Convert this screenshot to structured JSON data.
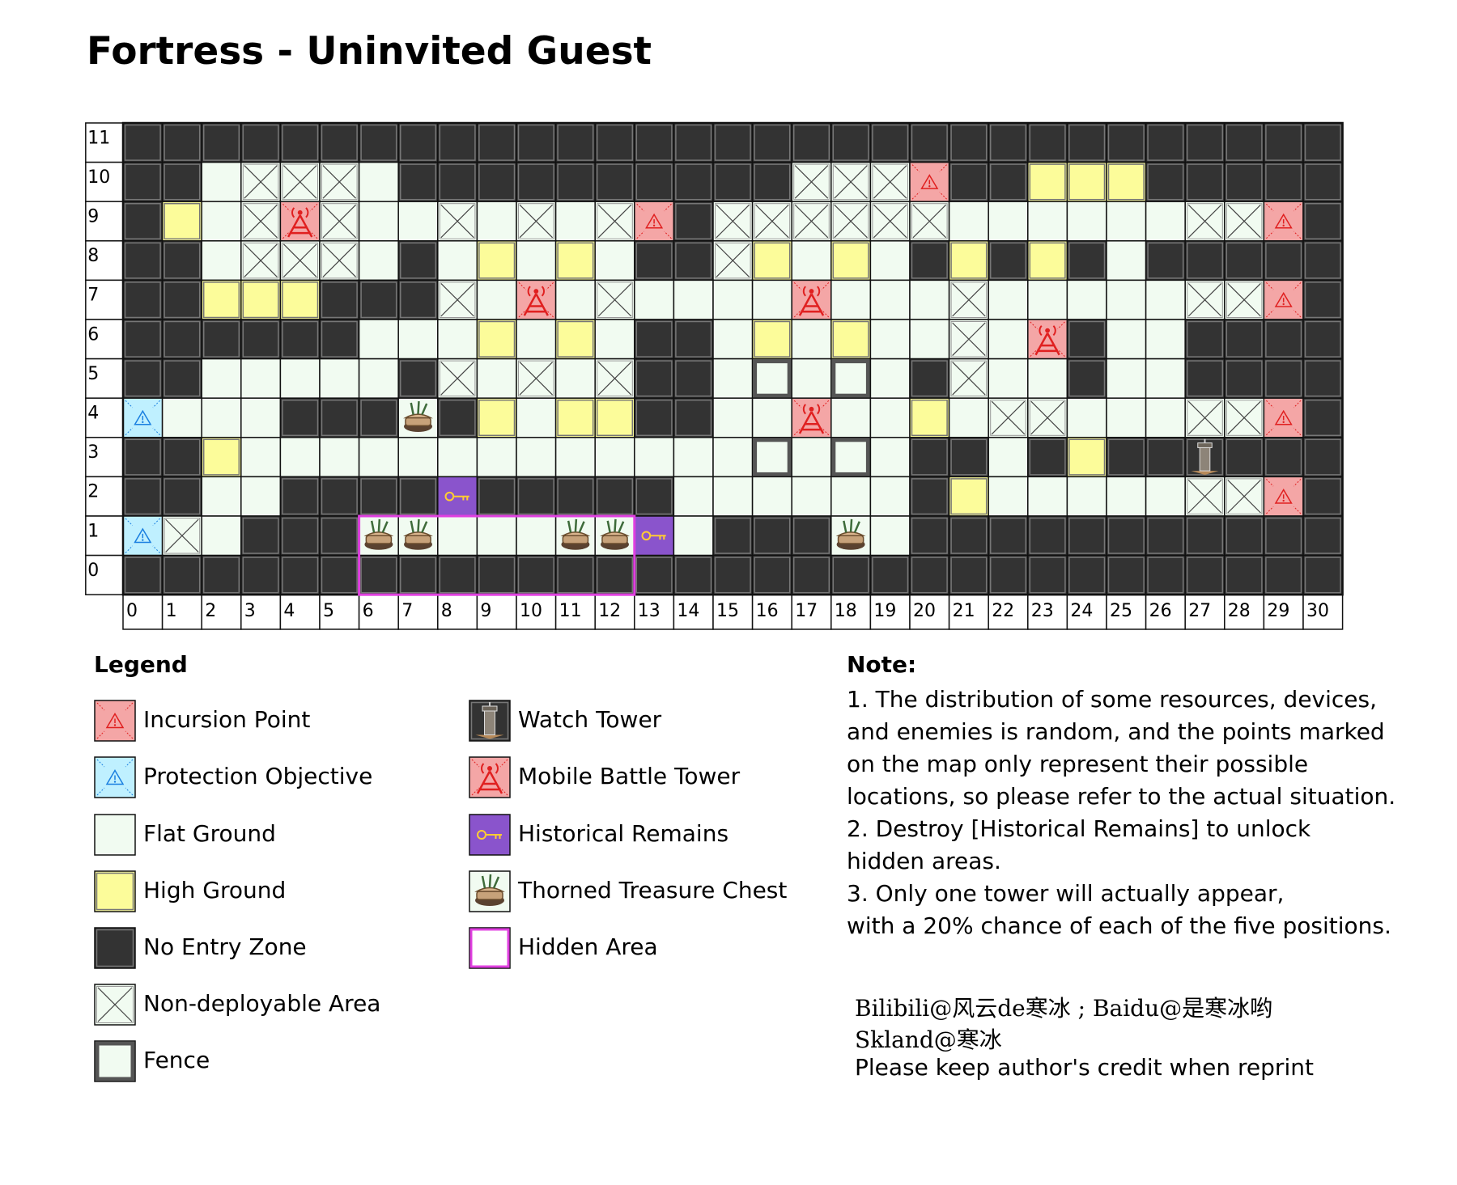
{
  "title": "Fortress - Uninvited Guest",
  "grid": {
    "columns": [
      "0",
      "1",
      "2",
      "3",
      "4",
      "5",
      "6",
      "7",
      "8",
      "9",
      "10",
      "11",
      "12",
      "13",
      "14",
      "15",
      "16",
      "17",
      "18",
      "19",
      "20",
      "21",
      "22",
      "23",
      "24",
      "25",
      "26",
      "27",
      "28",
      "29",
      "30"
    ],
    "rows": [
      "11",
      "10",
      "9",
      "8",
      "7",
      "6",
      "5",
      "4",
      "3",
      "2",
      "1",
      "0"
    ],
    "tiles": [
      "NNNNNNNNNNNNNNNNNNNNNNNNNNNNNNN",
      "NNFXXXFNNNNNNNNNNXXXINNHHHNNNNN",
      "NHFXMXFFXFXFXINXXXXXXFFFFFFXXIN",
      "NNFXXXFNFHFHFNNXHFHFNHNHNFNNNNN",
      "NNHHHNNNXFMFXFFFFMFFFXFFFFFXXIN",
      "NNNNNNFFFHFHFNNFHFHFFXFMNFFNNNN",
      "NNFFFFFNXFXFXNNFEFEFNXFFNFFNNNN",
      "PFFFNNNTNHFHHNNFFMFFHFXXFFFXXIN",
      "NNHFFFFFFFFFFFFFEFEFNNFNHNNWNNN",
      "NNFFNNNNRNNNNNFFFFFFNHFFFFFXXIN",
      "PXFNNNTTFFFTTRFNNNTFNNNNNNNNNNN",
      "NNNNNNNNNNNNNNNNNNNNNNNNNNNNNNN"
    ],
    "hidden_area": {
      "col_from": 6,
      "col_to": 12,
      "row_from": 0,
      "row_to": 1
    }
  },
  "colors": {
    "flat": "#f1fbf1",
    "high": "#fcfc9a",
    "no_entry": "#333333",
    "incursion": "#f4a6a6",
    "protection": "#bff0ff",
    "remains": "#8a54cc",
    "hidden": "#e040e0",
    "tower_red": "#e02020"
  },
  "legend": {
    "title": "Legend",
    "incursion": "Incursion Point",
    "protection": "Protection Objective",
    "flat": "Flat Ground",
    "high": "High Ground",
    "no_entry": "No Entry Zone",
    "non_deploy": "Non-deployable Area",
    "fence": "Fence",
    "watch_tower": "Watch Tower",
    "battle_tower": "Mobile Battle Tower",
    "remains": "Historical Remains",
    "chest": "Thorned Treasure Chest",
    "hidden": "Hidden Area"
  },
  "note": {
    "title": "Note:",
    "lines": [
      "1. The distribution of some resources, devices,",
      "and enemies is random, and the points marked",
      "on the map only represent their possible",
      "locations, so please refer to the actual situation.",
      "2. Destroy [Historical Remains] to unlock",
      "hidden areas.",
      "3. Only one tower will actually appear,",
      "with a 20% chance of each of the five positions."
    ]
  },
  "credits": {
    "line1": "Bilibili@风云de寒冰 ; Baidu@是寒冰哟",
    "line2": "Skland@寒冰",
    "line3": "Please keep author's credit when reprint"
  }
}
